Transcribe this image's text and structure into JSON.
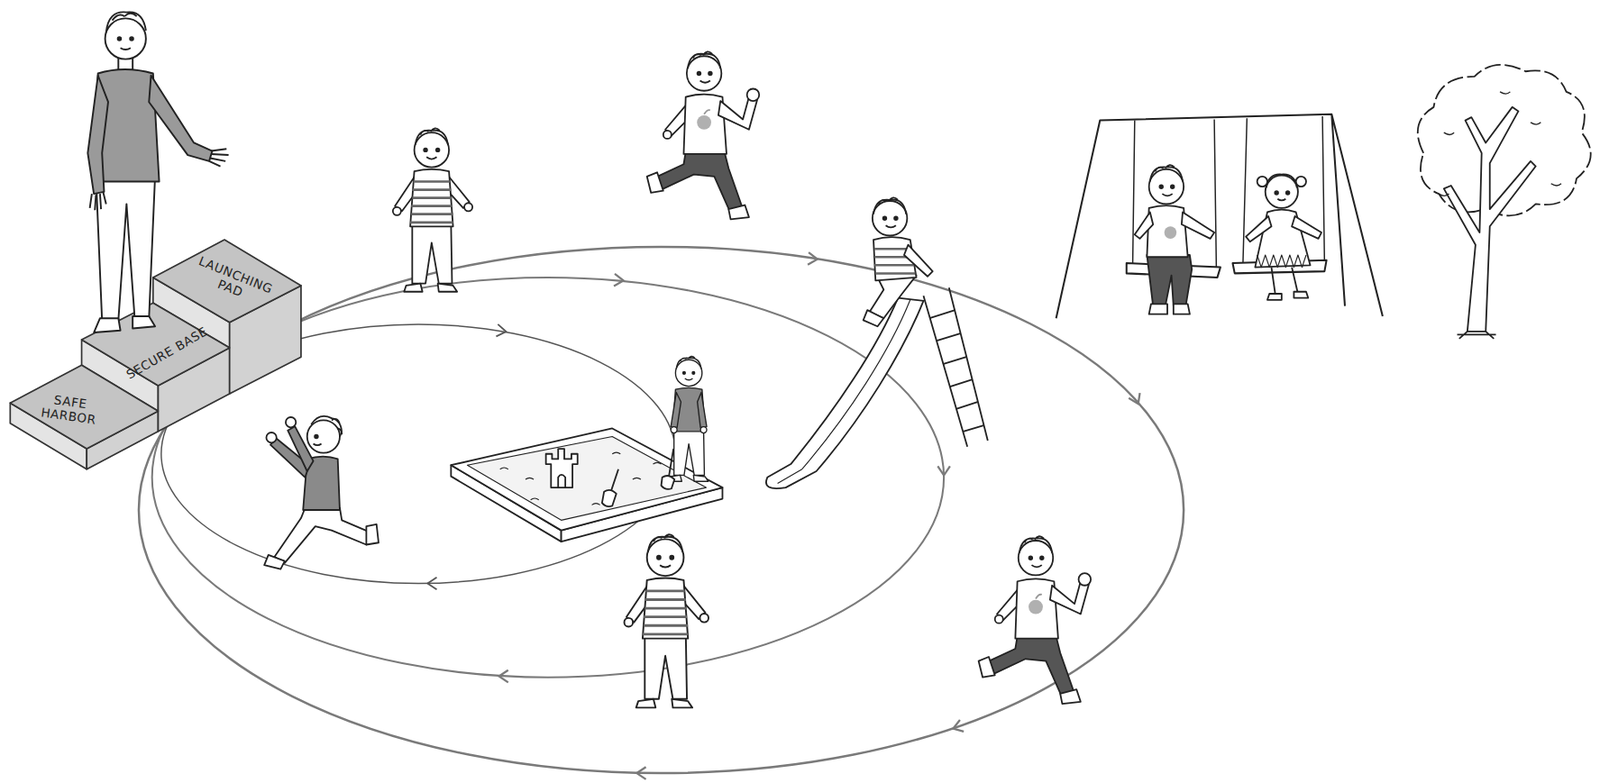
{
  "diagram": {
    "nodes": [
      {
        "text": [
          "SAFE HARBOR"
        ]
      },
      {
        "text": [
          "SECURE BASE"
        ]
      },
      {
        "text": [
          "LAUNCHING PAD"
        ]
      }
    ]
  }
}
